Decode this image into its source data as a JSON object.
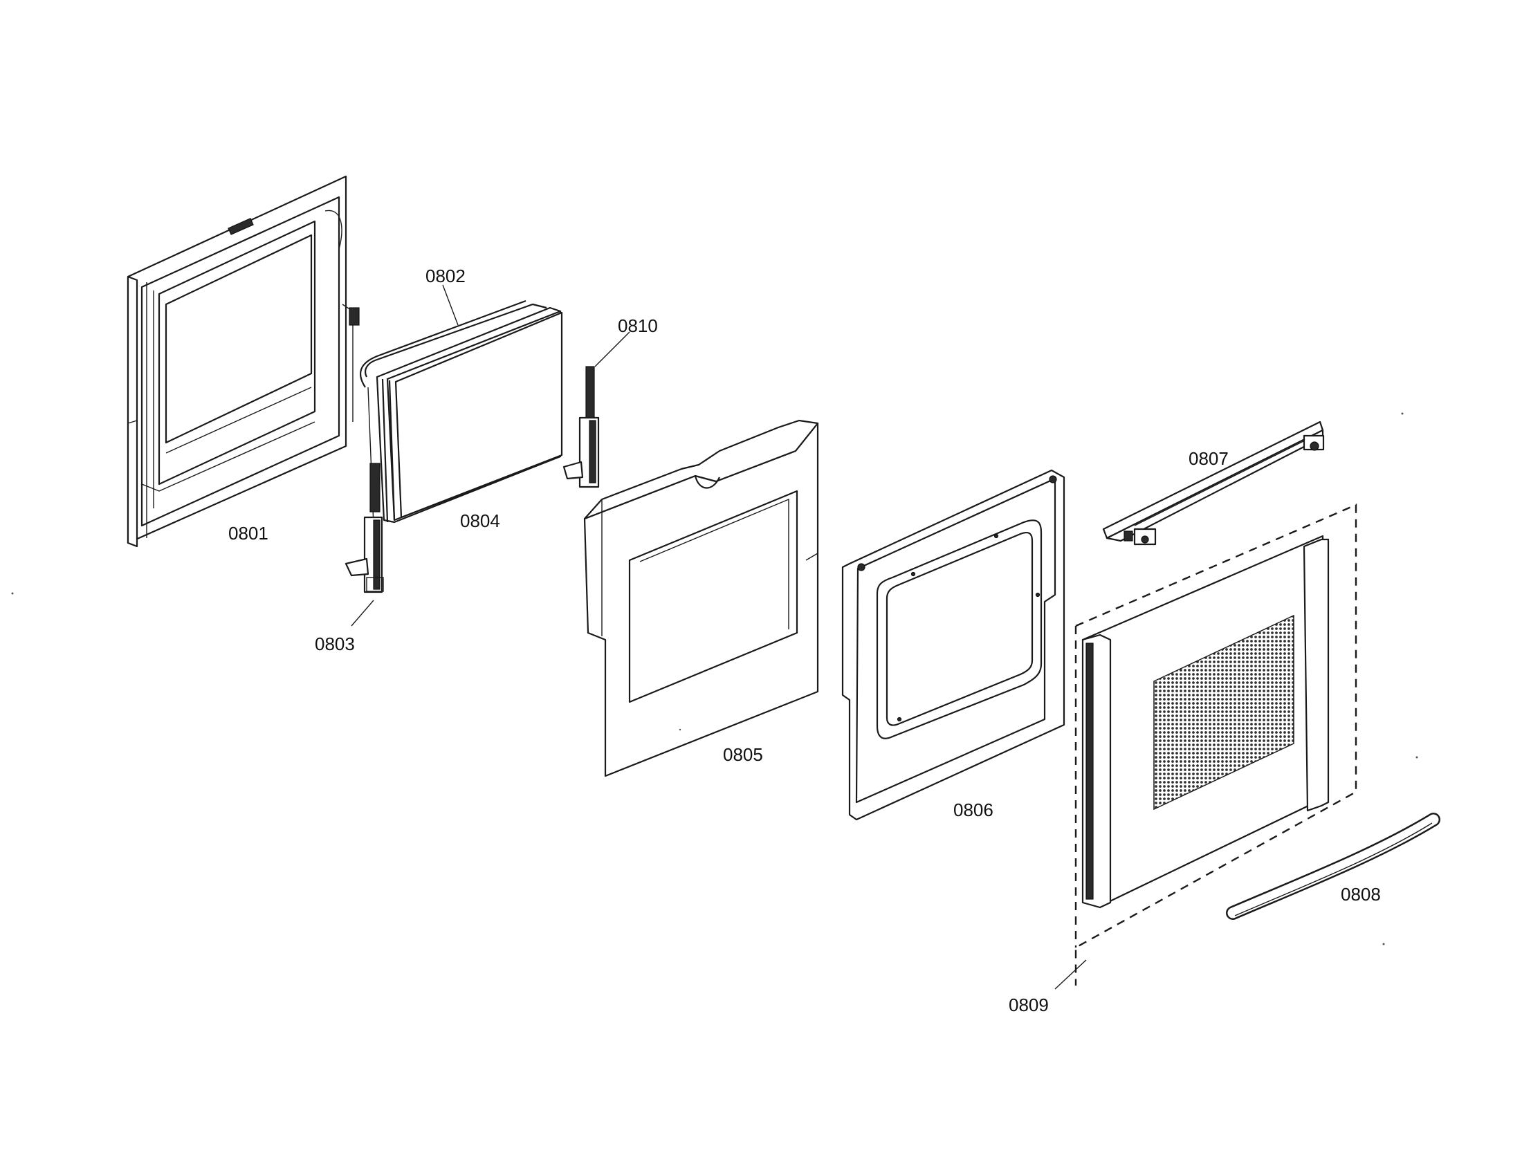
{
  "parts": {
    "p0801": "0801",
    "p0802": "0802",
    "p0803": "0803",
    "p0804": "0804",
    "p0805": "0805",
    "p0806": "0806",
    "p0807": "0807",
    "p0808": "0808",
    "p0809": "0809",
    "p0810": "0810"
  }
}
